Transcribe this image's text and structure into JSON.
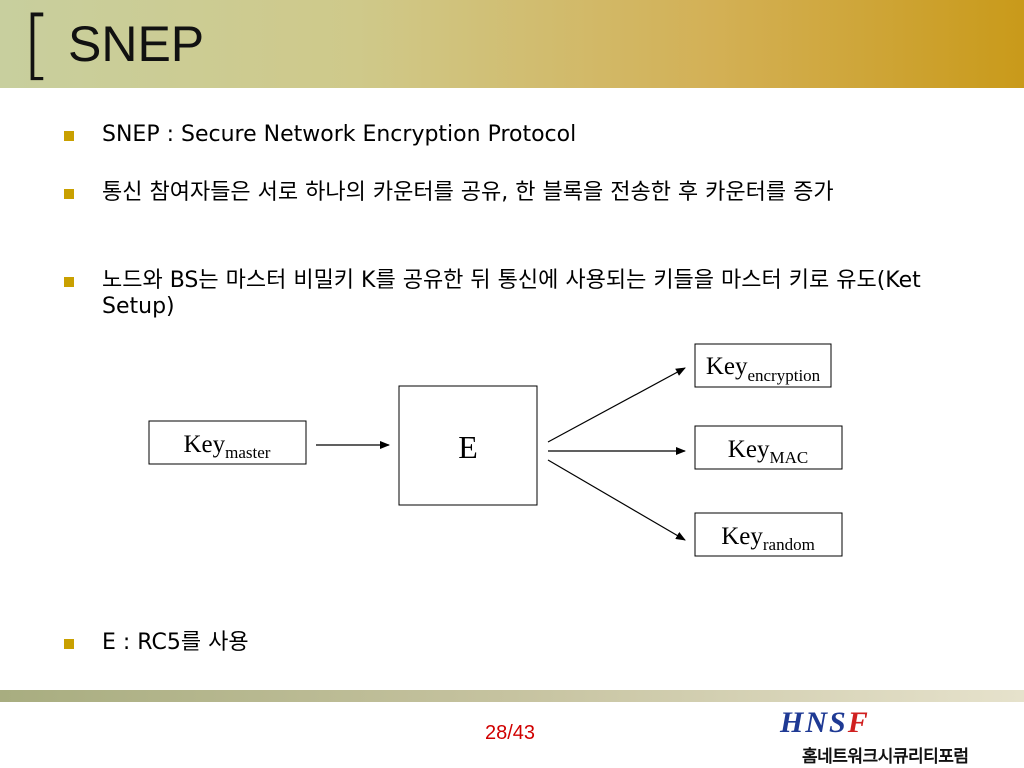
{
  "slide": {
    "title": "SNEP",
    "bracket": "[",
    "bullets": [
      {
        "text": "SNEP : Secure Network Encryption Protocol"
      },
      {
        "text": "통신 참여자들은 서로 하나의 카운터를 공유, 한 블록을 전송한 후 카운터를 증가"
      },
      {
        "text": "노드와 BS는 마스터 비밀키 K를 공유한 뒤 통신에 사용되는 키들을 마스터 키로 유도(Ket Setup)"
      },
      {
        "text": "E : RC5를 사용"
      }
    ]
  },
  "diagram": {
    "input": {
      "base": "Key",
      "sub": "master"
    },
    "function": "E",
    "outputs": [
      {
        "base": "Key",
        "sub": "encryption"
      },
      {
        "base": "Key",
        "sub": "MAC"
      },
      {
        "base": "Key",
        "sub": "random"
      }
    ]
  },
  "footer": {
    "page": "28/43",
    "logo_main_a": "HNS",
    "logo_main_b": "F",
    "logo_sub": "홈네트워크시큐리티포럼"
  },
  "colors": {
    "bullet": "#c9a000",
    "page_number": "#d00000",
    "logo_blue": "#1f3a94",
    "logo_red": "#d02020"
  }
}
